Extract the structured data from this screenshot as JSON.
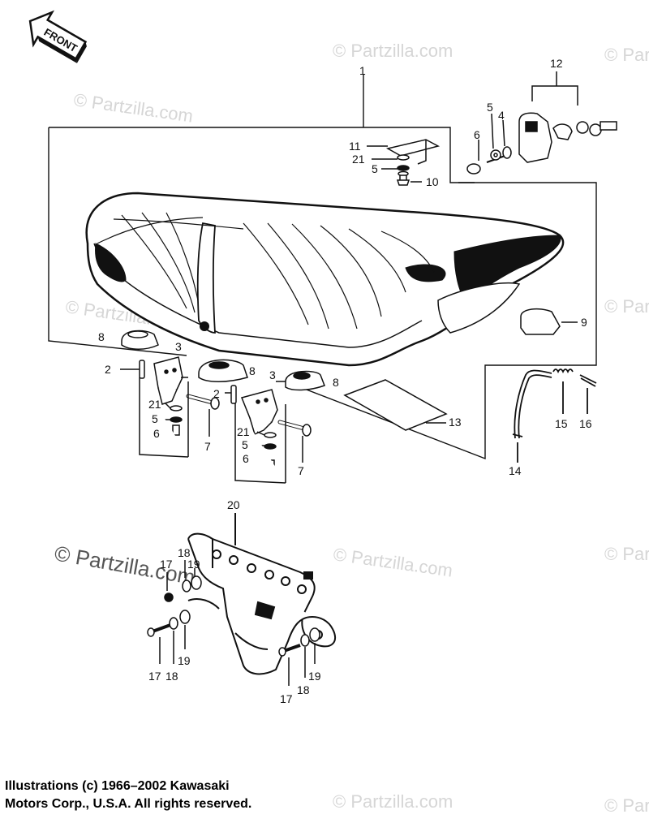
{
  "front_arrow": {
    "label": "FRONT"
  },
  "callouts": [
    "1",
    "2",
    "3",
    "4",
    "5",
    "6",
    "7",
    "8",
    "9",
    "10",
    "11",
    "12",
    "13",
    "14",
    "15",
    "16",
    "17",
    "18",
    "19",
    "20",
    "21"
  ],
  "watermark": {
    "text": "Partzilla.com",
    "symbol": "©"
  },
  "copyright": {
    "line1": "Illustrations (c) 1966–2002 Kawasaki",
    "line2": "Motors Corp., U.S.A.  All rights reserved."
  },
  "colors": {
    "ink": "#111111",
    "watermark": "#d6d6d6",
    "background": "#ffffff"
  }
}
